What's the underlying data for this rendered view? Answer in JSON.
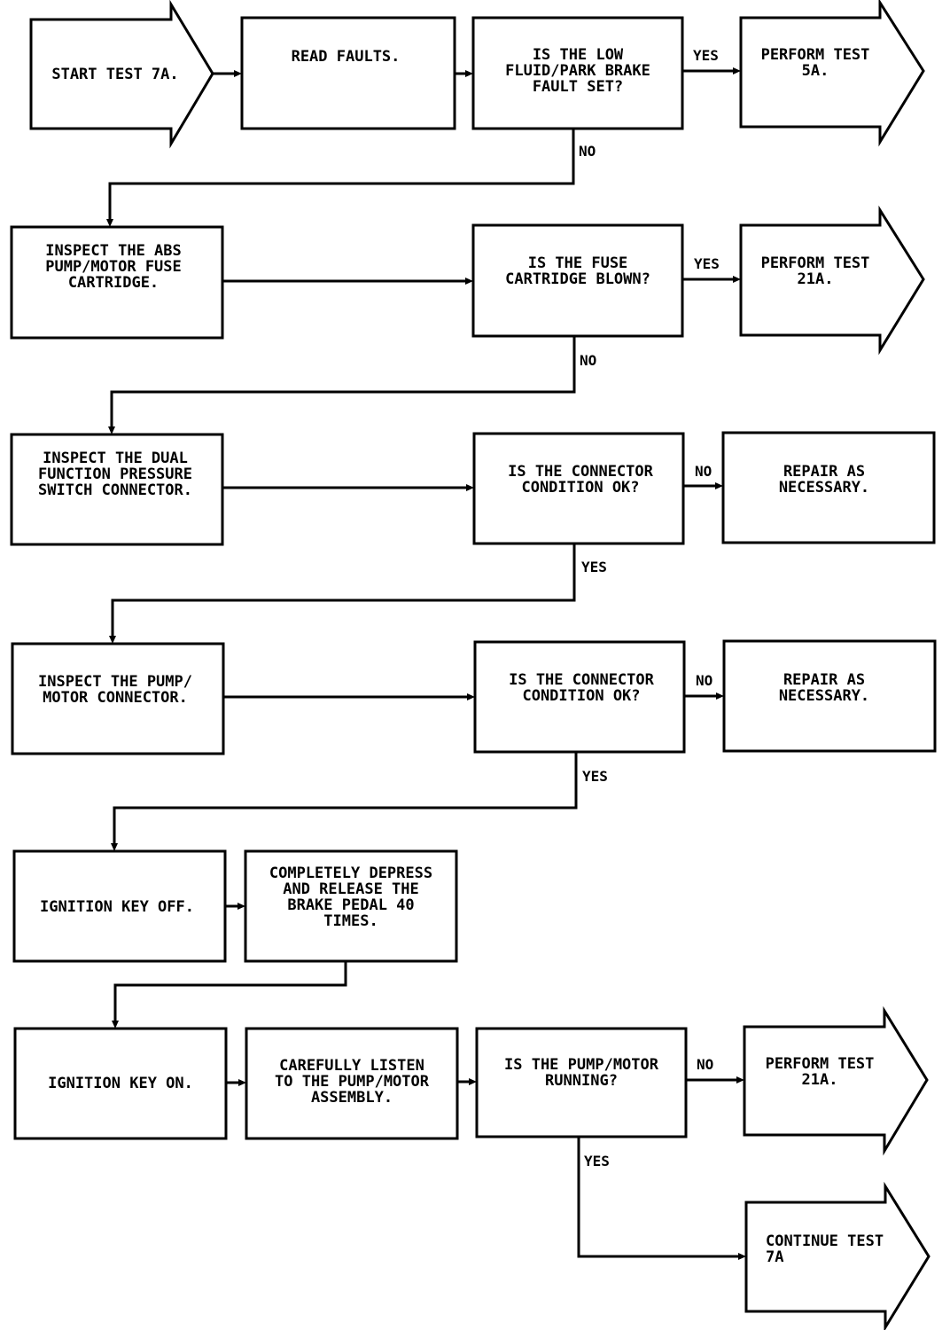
{
  "nodes": {
    "start_test_7a": "START TEST 7A.",
    "read_faults": "READ FAULTS.",
    "q_low_fluid": [
      "IS THE LOW",
      "FLUID/PARK BRAKE",
      "FAULT SET?"
    ],
    "perform_test_5a": [
      "PERFORM TEST",
      "5A."
    ],
    "inspect_fuse": [
      "INSPECT THE ABS",
      "PUMP/MOTOR FUSE",
      "CARTRIDGE."
    ],
    "q_fuse_blown": [
      "IS THE FUSE",
      "CARTRIDGE BLOWN?"
    ],
    "perform_test_21a_1": [
      "PERFORM TEST",
      "21A."
    ],
    "inspect_dual_switch": [
      "INSPECT THE DUAL",
      "FUNCTION PRESSURE",
      "SWITCH CONNECTOR."
    ],
    "q_connector_1": [
      "IS THE CONNECTOR",
      "CONDITION OK?"
    ],
    "repair_1": [
      "REPAIR AS",
      "NECESSARY."
    ],
    "inspect_pump_connector": [
      "INSPECT THE PUMP/",
      "MOTOR CONNECTOR."
    ],
    "q_connector_2": [
      "IS THE CONNECTOR",
      "CONDITION OK?"
    ],
    "repair_2": [
      "REPAIR AS",
      "NECESSARY."
    ],
    "ignition_off": "IGNITION KEY OFF.",
    "depress_pedal": [
      "COMPLETELY DEPRESS",
      "AND RELEASE THE",
      "BRAKE PEDAL 40",
      "TIMES."
    ],
    "ignition_on": "IGNITION KEY ON.",
    "listen_pump": [
      "CAREFULLY LISTEN",
      "TO THE PUMP/MOTOR",
      "ASSEMBLY."
    ],
    "q_pump_running": [
      "IS THE PUMP/MOTOR",
      "RUNNING?"
    ],
    "perform_test_21a_2": [
      "PERFORM TEST",
      "21A."
    ],
    "continue_test_7a": [
      "CONTINUE TEST",
      "7A"
    ]
  },
  "edge_labels": {
    "yes": "YES",
    "no": "NO"
  }
}
